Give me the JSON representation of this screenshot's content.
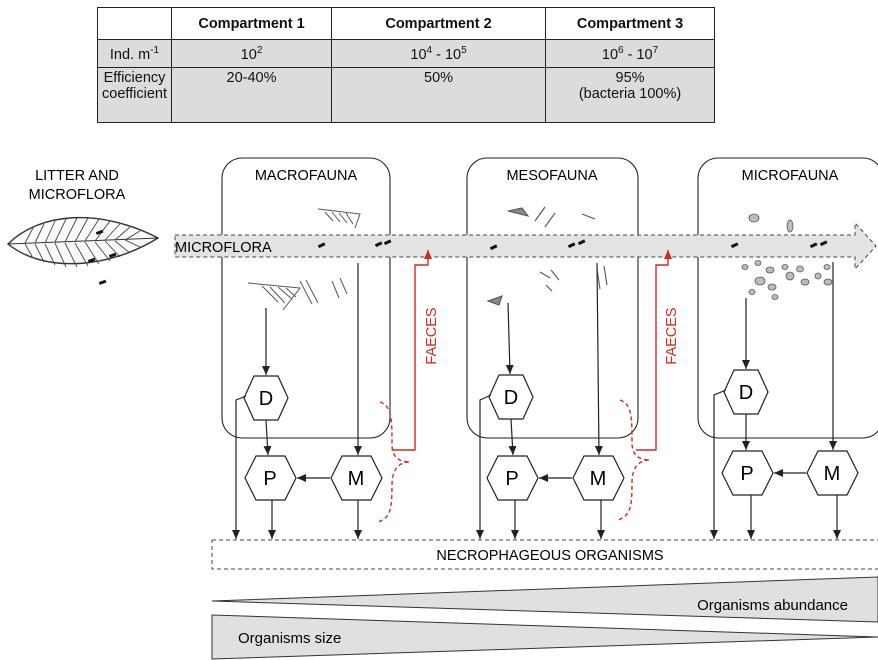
{
  "table": {
    "headers": [
      "",
      "Compartment 1",
      "Compartment 2",
      "Compartment 3"
    ],
    "density": {
      "label_base": "Ind. m",
      "label_exp": "-1",
      "c1_base": "10",
      "c1_exp": "2",
      "c2_base1": "10",
      "c2_exp1": "4",
      "c2_sep": " - ",
      "c2_base2": "10",
      "c2_exp2": "5",
      "c3_base1": "10",
      "c3_exp1": "6",
      "c3_sep": " - ",
      "c3_base2": "10",
      "c3_exp2": "7"
    },
    "efficiency": {
      "label_line1": "Efficiency",
      "label_line2": "coefficient",
      "c1": "20-40%",
      "c2": "50%",
      "c3_line1": "95%",
      "c3_line2": "(bacteria 100%)"
    }
  },
  "diagram": {
    "litter_line1": "LITTER AND",
    "litter_line2": "MICROFLORA",
    "microflora": "MICROFLORA",
    "compartments": [
      "MACROFAUNA",
      "MESOFAUNA",
      "MICROFAUNA"
    ],
    "faeces": "FAECES",
    "node_d": "D",
    "node_p": "P",
    "node_m": "M",
    "necrophageous": "NECROPHAGEOUS ORGANISMS",
    "abundance": "Organisms abundance",
    "size": "Organisms size"
  },
  "colors": {
    "faeces_red": "#d42a1e",
    "band_grey": "#e3e3e3",
    "line": "#222222"
  }
}
